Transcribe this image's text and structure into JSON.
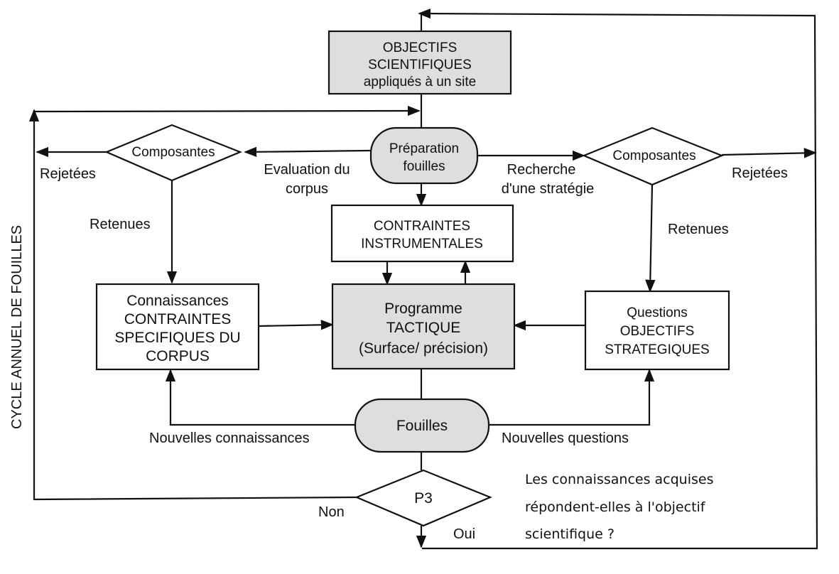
{
  "colors": {
    "shaded_fill": "#dedede",
    "white_fill": "#ffffff",
    "stroke": "#111111"
  },
  "nodes": {
    "objectives": {
      "lines": [
        "OBJECTIFS",
        "SCIENTIFIQUES",
        "appliqués à un site"
      ]
    },
    "preparation": {
      "lines": [
        "Préparation",
        "fouilles"
      ]
    },
    "components_left": {
      "label": "Composantes"
    },
    "components_right": {
      "label": "Composantes"
    },
    "constraints_instrumental": {
      "lines": [
        "CONTRAINTES",
        "INSTRUMENTALES"
      ]
    },
    "corpus_knowledge": {
      "lines": [
        "Connaissances",
        "CONTRAINTES",
        "SPECIFIQUES DU",
        "CORPUS"
      ]
    },
    "tactical_program": {
      "lines": [
        "Programme",
        "TACTIQUE",
        "(Surface/ précision)"
      ]
    },
    "strategic_questions": {
      "lines": [
        "Questions",
        "OBJECTIFS",
        "STRATEGIQUES"
      ]
    },
    "excavations": {
      "label": "Fouilles"
    },
    "decision": {
      "label": "P3"
    }
  },
  "edge_labels": {
    "rejected_left": "Rejetées",
    "rejected_right": "Rejetées",
    "retained_left": "Retenues",
    "retained_right": "Retenues",
    "corpus_evaluation": [
      "Evaluation du",
      "corpus"
    ],
    "strategy_search": [
      "Recherche",
      "d'une stratégie"
    ],
    "new_knowledge": "Nouvelles connaissances",
    "new_questions": "Nouvelles questions",
    "no": "Non",
    "yes": "Oui"
  },
  "side_label": "CYCLE ANNUEL DE FOUILLES",
  "question_note": [
    "Les connaissances acquises",
    "répondent-elles à l'objectif",
    "scientifique ?"
  ]
}
